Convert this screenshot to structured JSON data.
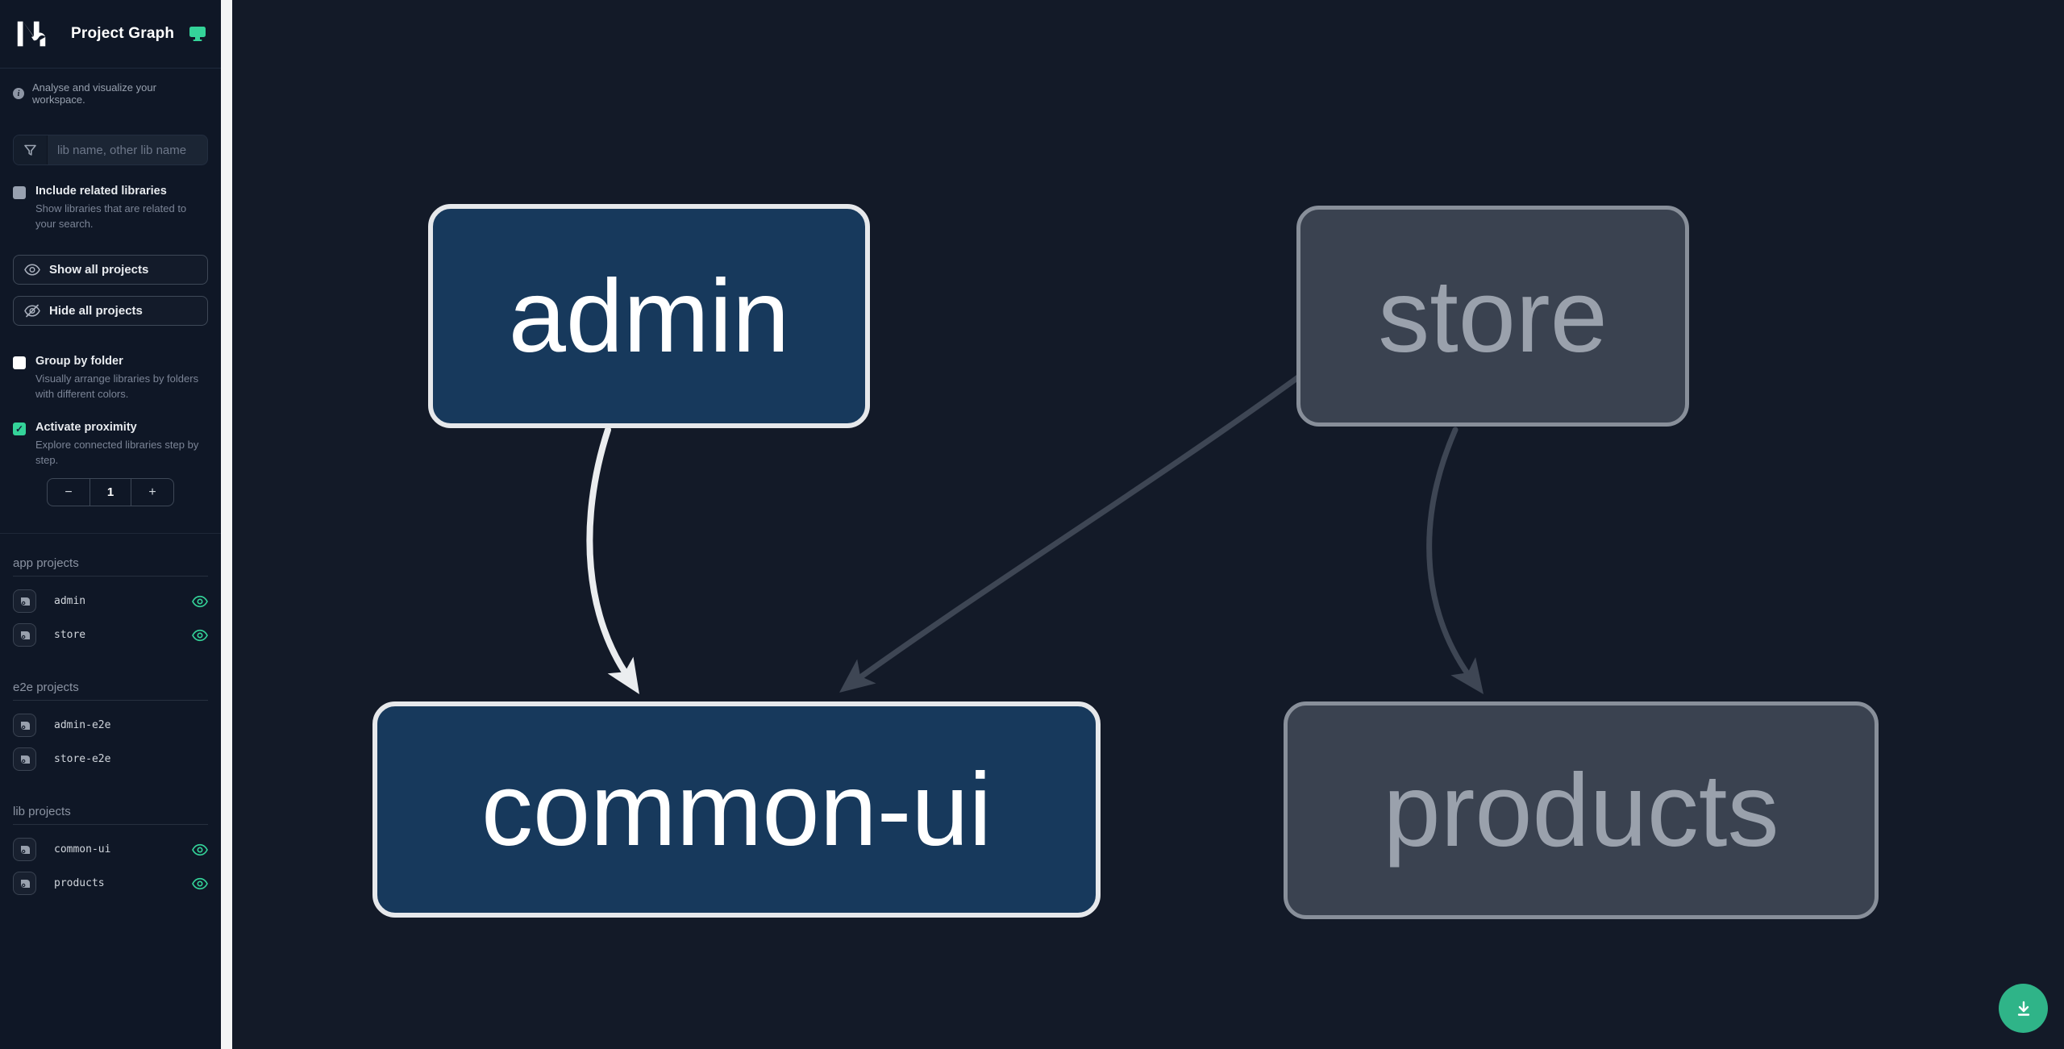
{
  "header": {
    "title": "Project Graph",
    "logo_icon": "nx-logo",
    "screen_icon": "monitor-icon"
  },
  "sidebar": {
    "tagline": "Analyse and visualize your workspace.",
    "filter": {
      "placeholder": "lib name, other lib name",
      "value": ""
    },
    "include_related": {
      "label": "Include related libraries",
      "description": "Show libraries that are related to your search.",
      "checked": false
    },
    "show_all_label": "Show all projects",
    "hide_all_label": "Hide all projects",
    "group_by_folder": {
      "label": "Group by folder",
      "description": "Visually arrange libraries by folders with different colors.",
      "checked": false
    },
    "proximity": {
      "label": "Activate proximity",
      "description": "Explore connected libraries step by step.",
      "checked": true,
      "check_glyph": "✓",
      "decrement_label": "−",
      "value": "1",
      "increment_label": "+"
    },
    "sections": [
      {
        "title": "app projects",
        "items": [
          {
            "name": "admin",
            "visible": true
          },
          {
            "name": "store",
            "visible": true
          }
        ]
      },
      {
        "title": "e2e projects",
        "items": [
          {
            "name": "admin-e2e",
            "visible": false
          },
          {
            "name": "store-e2e",
            "visible": false
          }
        ]
      },
      {
        "title": "lib projects",
        "items": [
          {
            "name": "common-ui",
            "visible": true
          },
          {
            "name": "products",
            "visible": true
          }
        ]
      }
    ]
  },
  "graph": {
    "nodes": [
      {
        "id": "admin",
        "label": "admin",
        "state": "focused"
      },
      {
        "id": "store",
        "label": "store",
        "state": "dimmed"
      },
      {
        "id": "common-ui",
        "label": "common-ui",
        "state": "focused"
      },
      {
        "id": "products",
        "label": "products",
        "state": "dimmed"
      }
    ],
    "edges": [
      {
        "source": "admin",
        "target": "common-ui",
        "state": "highlighted"
      },
      {
        "source": "store",
        "target": "common-ui",
        "state": "dimmed"
      },
      {
        "source": "store",
        "target": "products",
        "state": "dimmed"
      }
    ]
  },
  "fab": {
    "icon": "download-icon"
  },
  "colors": {
    "accent_green": "#34d399",
    "fab_green": "#2fb488",
    "focused_node_fill": "#17395c",
    "focused_node_border": "#e6e8eb",
    "dimmed_node_fill": "#3a4250",
    "dimmed_node_border": "#888f9a",
    "highlighted_edge": "#ebedef",
    "dimmed_edge": "#3e4654",
    "sidebar_bg": "#0f1726",
    "canvas_bg": "#131a28",
    "divider": "#f4f5f6"
  }
}
